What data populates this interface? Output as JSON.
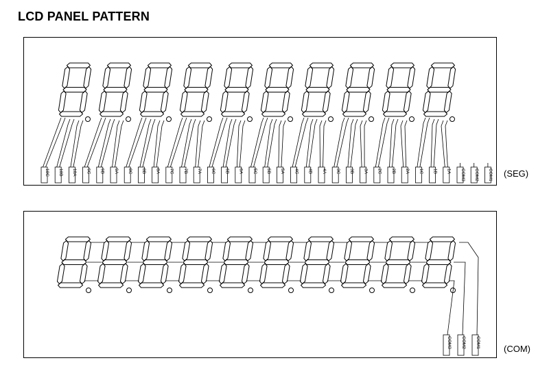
{
  "title": "LCD PANEL PATTERN",
  "seg_panel": {
    "side_label": "(SEG)",
    "pins": [
      "10C",
      "10B",
      "10A",
      "9C",
      "9B",
      "9A",
      "8C",
      "8B",
      "8A",
      "7C",
      "7B",
      "7A",
      "6C",
      "6B",
      "6A",
      "5C",
      "5B",
      "5A",
      "4C",
      "4B",
      "4A",
      "3C",
      "3B",
      "3A",
      "2C",
      "2B",
      "2A",
      "1C",
      "1B",
      "1A",
      "COM3",
      "COM2",
      "COM1"
    ]
  },
  "com_panel": {
    "side_label": "(COM)",
    "pins": [
      "COM3",
      "COM2",
      "COM1"
    ]
  },
  "digit_count": 10
}
